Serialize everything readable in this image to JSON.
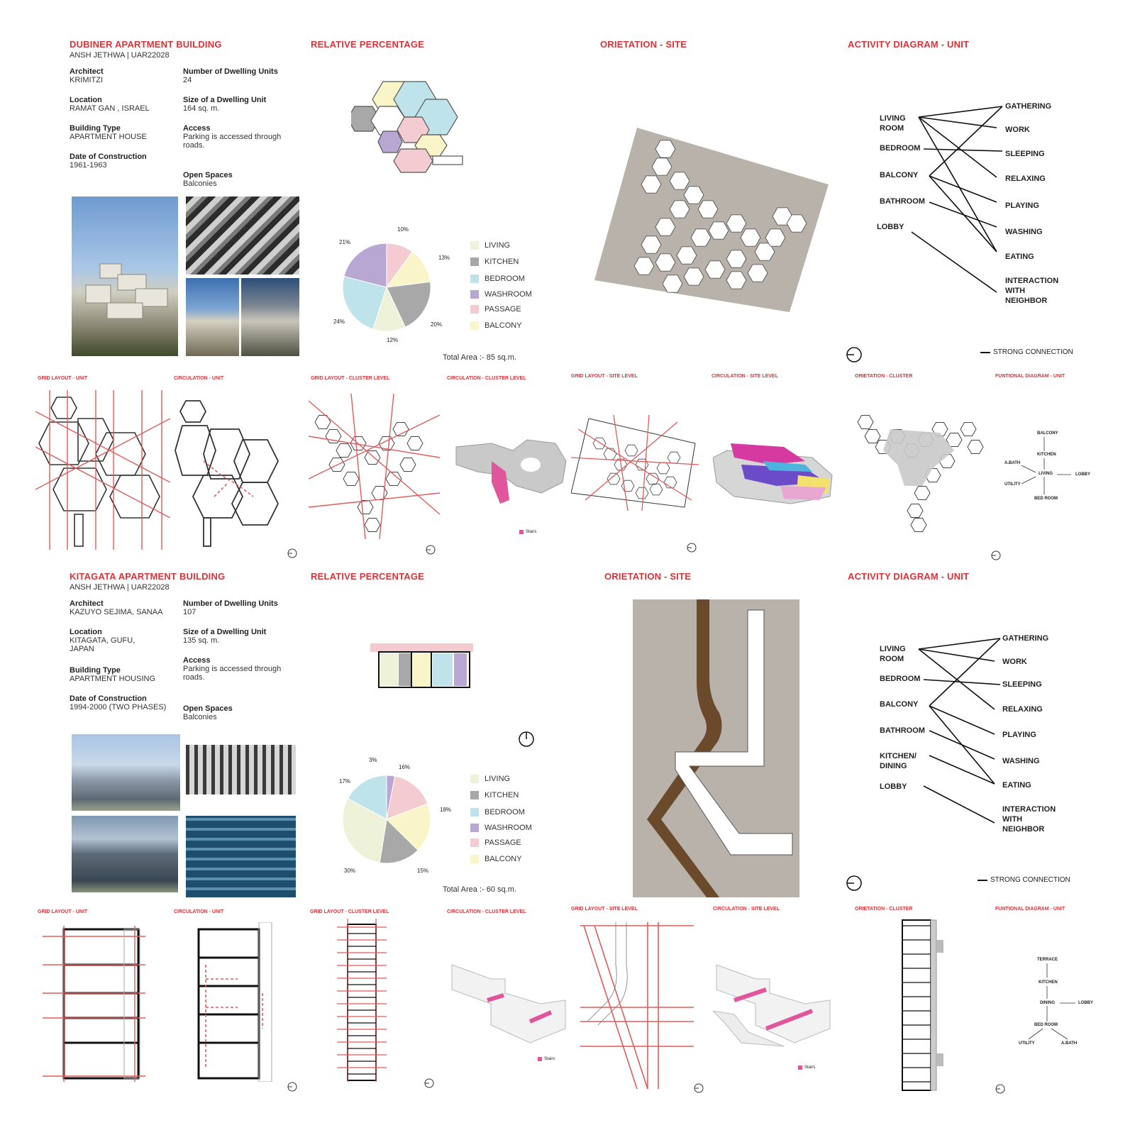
{
  "colors": {
    "accent": "#d9343a",
    "living": "#eef2d9",
    "kitchen": "#a8a8a8",
    "bedroom": "#bfe3ea",
    "washroom": "#b9a7d3",
    "passage": "#f4cbd0",
    "balcony": "#faf5c8",
    "site": "#b8b2ab",
    "road": "#6b4a2b",
    "stairs": "#e0559c"
  },
  "p1": {
    "title": "DUBINER APARTMENT BUILDING",
    "author": "ANSH JETHWA | UAR22028",
    "info": [
      {
        "label": "Architect",
        "value": "KRIMITZI"
      },
      {
        "label": "Location",
        "value": "RAMAT GAN , ISRAEL"
      },
      {
        "label": "Building Type",
        "value": "APARTMENT HOUSE"
      },
      {
        "label": "Date of Construction",
        "value": "1961-1963"
      },
      {
        "label": "Number of Dwelling Units",
        "value": "24"
      },
      {
        "label": "Size of a Dwelling Unit",
        "value": "164 sq. m."
      },
      {
        "label": "Access",
        "value": "Parking is accessed through roads."
      },
      {
        "label": "Open Spaces",
        "value": "Balconies"
      }
    ],
    "rel_title": "RELATIVE PERCENTAGE",
    "orient_title": "ORIETATION - SITE",
    "activity_title": "ACTIVITY DIAGRAM - UNIT",
    "total_area": "Total Area :- 85 sq.m.",
    "strong": "STRONG CONNECTION",
    "activities_left": [
      "LIVING ROOM",
      "BEDROOM",
      "BALCONY",
      "BATHROOM",
      "LOBBY"
    ],
    "activities_right": [
      "GATHERING",
      "WORK",
      "SLEEPING",
      "RELAXING",
      "PLAYING",
      "WASHING",
      "EATING",
      "INTERACTION WITH NEIGHBOR"
    ],
    "small_titles": [
      "GRID LAYOUT - UNIT",
      "CIRCULATION - UNIT",
      "GRID LAYOUT - CLUSTER LEVEL",
      "CIRCULATION - CLUSTER LEVEL",
      "GRID LAYOUT - SITE LEVEL",
      "CIRCULATION - SITE LEVEL",
      "ORIETATION - CLUSTER",
      "FUNTIONAL DIAGRAM - UNIT"
    ],
    "stairs": "Stairs",
    "func": {
      "top": "BALCONY",
      "mid": "KITCHEN",
      "center": "LIVING",
      "left1": "A.BATH",
      "left2": "UTILITY",
      "right": "LOBBY",
      "bottom": "BED ROOM"
    }
  },
  "p2": {
    "title": "KITAGATA APARTMENT BUILDING",
    "author": "ANSH JETHWA | UAR22028",
    "info": [
      {
        "label": "Architect",
        "value": "KAZUYO SEJIMA, SANAA"
      },
      {
        "label": "Location",
        "value": "KITAGATA, GUFU, JAPAN"
      },
      {
        "label": "Building Type",
        "value": "APARTMENT HOUSING"
      },
      {
        "label": "Date of Construction",
        "value": "1994-2000 (TWO PHASES)"
      },
      {
        "label": "Number of Dwelling Units",
        "value": "107"
      },
      {
        "label": "Size of a Dwelling Unit",
        "value": "135 sq. m."
      },
      {
        "label": "Access",
        "value": "Parking is accessed through roads."
      },
      {
        "label": "Open Spaces",
        "value": "Balconies"
      }
    ],
    "rel_title": "RELATIVE PERCENTAGE",
    "orient_title": "ORIETATION - SITE",
    "activity_title": "ACTIVITY DIAGRAM - UNIT",
    "total_area": "Total Area :- 60 sq.m.",
    "strong": "STRONG CONNECTION",
    "activities_left": [
      "LIVING ROOM",
      "BEDROOM",
      "BALCONY",
      "BATHROOM",
      "KITCHEN/ DINING",
      "LOBBY"
    ],
    "activities_right": [
      "GATHERING",
      "WORK",
      "SLEEPING",
      "RELAXING",
      "PLAYING",
      "WASHING",
      "EATING",
      "INTERACTION WITH NEIGHBOR"
    ],
    "small_titles": [
      "GRID LAYOUT - UNIT",
      "CIRCULATION - UNIT",
      "GRID LAYOUT - CLUSTER LEVEL",
      "CIRCULATION - CLUSTER LEVEL",
      "GRID LAYOUT - SITE LEVEL",
      "CIRCULATION - SITE LEVEL",
      "ORIETATION - CLUSTER",
      "FUNTIONAL DIAGRAM - UNIT"
    ],
    "stairs": "Stairs",
    "func": {
      "top": "TERRACE",
      "mid": "KITCHEN",
      "center": "DINING",
      "right": "LOBBY",
      "bottom": "BED ROOM",
      "left2": "UTILITY",
      "right2": "A.BATH"
    }
  },
  "legend": [
    "LIVING",
    "KITCHEN",
    "BEDROOM",
    "WASHROOM",
    "PASSAGE",
    "BALCONY"
  ],
  "chart_data": [
    {
      "type": "pie",
      "title": "RELATIVE PERCENTAGE",
      "categories": [
        "LIVING",
        "KITCHEN",
        "BEDROOM",
        "WASHROOM",
        "PASSAGE",
        "BALCONY"
      ],
      "values": [
        12,
        20,
        24,
        21,
        10,
        13
      ],
      "labels": [
        "12%",
        "20%",
        "24%",
        "21%",
        "10%",
        "13%"
      ]
    },
    {
      "type": "pie",
      "title": "RELATIVE PERCENTAGE",
      "categories": [
        "LIVING",
        "KITCHEN",
        "BEDROOM",
        "WASHROOM",
        "PASSAGE",
        "BALCONY"
      ],
      "values": [
        30,
        15,
        17,
        3,
        16,
        18
      ],
      "labels": [
        "30%",
        "15%",
        "17%",
        "3%",
        "16%",
        "18%"
      ]
    }
  ]
}
